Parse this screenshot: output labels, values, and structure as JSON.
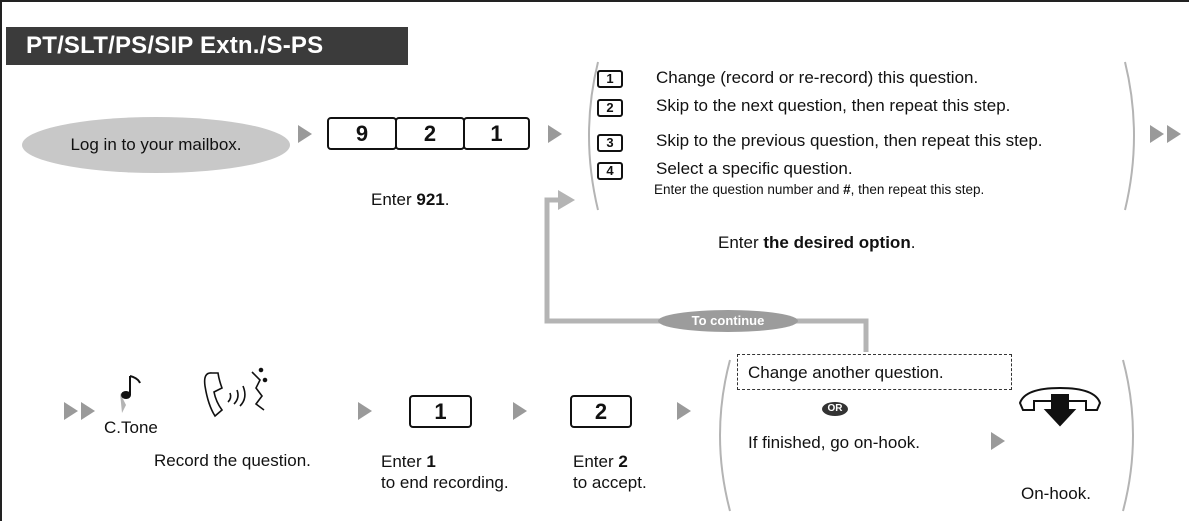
{
  "header": {
    "title": "PT/SLT/PS/SIP Extn./S-PS"
  },
  "row1": {
    "login_label": "Log in to your mailbox.",
    "keys": [
      "9",
      "2",
      "1"
    ],
    "enter_prefix": "Enter ",
    "enter_code": "921",
    "enter_suffix": ".",
    "options": [
      {
        "key": "1",
        "text": "Change (record or re-record) this question."
      },
      {
        "key": "2",
        "text": "Skip to the next question, then repeat this step."
      },
      {
        "key": "3",
        "text": "Skip to the previous question, then repeat this step."
      },
      {
        "key": "4",
        "text": "Select a specific question."
      }
    ],
    "option4_sub_prefix": "Enter the question number and ",
    "option4_sub_hash": "#",
    "option4_sub_suffix": ", then repeat this step.",
    "desired_prefix": "Enter ",
    "desired_bold": "the desired option",
    "desired_suffix": "."
  },
  "loop": {
    "label": "To continue"
  },
  "row2": {
    "ctone_label": "C.Tone",
    "record_label": "Record the question.",
    "key1": "1",
    "key2": "2",
    "enter1_prefix": "Enter ",
    "enter1_key": "1",
    "enter1_line2": "to end recording.",
    "enter2_prefix": "Enter ",
    "enter2_key": "2",
    "enter2_line2": "to accept.",
    "change_another": "Change another question.",
    "or_label": "OR",
    "if_finished": "If finished, go on-hook.",
    "onhook_label": "On-hook."
  },
  "icons": [
    "play-triangle-icon",
    "double-arrow-icon",
    "music-note-icon",
    "speaking-handset-icon",
    "onhook-handset-icon"
  ],
  "colors": {
    "title_bg": "#3b3b3b",
    "oval": "#c8c8c8",
    "arrow": "#9a9a9a",
    "loop_line": "#b4b4b4"
  }
}
